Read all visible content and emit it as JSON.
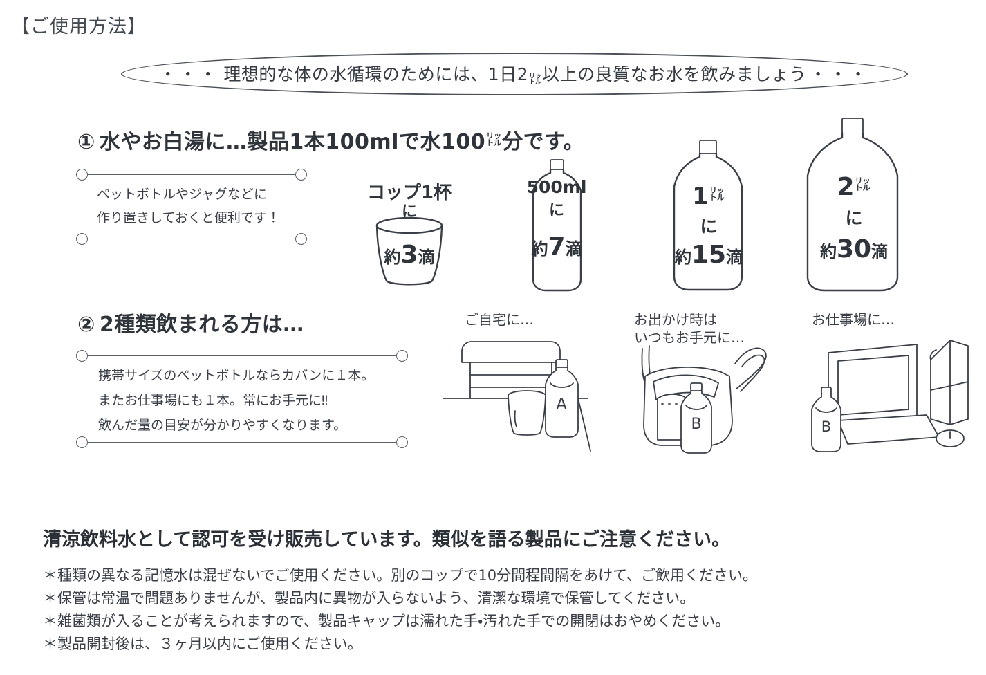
{
  "page": {
    "title": "【ご使用方法】",
    "banner": {
      "dots_left": "・・・",
      "text": "理想的な体の水循環のためには、1日2",
      "unit_top": "リッ",
      "unit_bottom": "トル",
      "text_after": "以上の良質なお水を飲みましょう",
      "dots_right": "・・・"
    }
  },
  "section1": {
    "number": "①",
    "heading_part1": "水やお白湯に…製品1本100mlで水100",
    "unit_top": "リッ",
    "unit_bottom": "トル",
    "heading_part2": "分です。",
    "note": {
      "line1": "ペットボトルやジャグなどに",
      "line2": "作り置きしておくと便利です！"
    },
    "doses": [
      {
        "id": "cup",
        "container": "コップ1杯",
        "particle": "に",
        "amount_prefix": "約",
        "amount_number": "3",
        "amount_suffix": "滴",
        "unit_top": "",
        "unit_bottom": ""
      },
      {
        "id": "bottle-500ml",
        "container": "500ml",
        "particle": "に",
        "amount_prefix": "約",
        "amount_number": "7",
        "amount_suffix": "滴",
        "unit_top": "",
        "unit_bottom": ""
      },
      {
        "id": "bottle-1l",
        "container": "1",
        "particle": "に",
        "amount_prefix": "約",
        "amount_number": "15",
        "amount_suffix": "滴",
        "unit_top": "リッ",
        "unit_bottom": "トル"
      },
      {
        "id": "bottle-2l",
        "container": "2",
        "particle": "に",
        "amount_prefix": "約",
        "amount_number": "30",
        "amount_suffix": "滴",
        "unit_top": "リッ",
        "unit_bottom": "トル"
      }
    ]
  },
  "section2": {
    "number": "②",
    "heading": "2種類飲まれる方は…",
    "note": {
      "line1": "携帯サイズのペットボトルならカバンに１本。",
      "line2": "またお仕事場にも１本。常にお手元に‼",
      "line3": "飲んだ量の目安が分かりやすくなります。"
    },
    "scenes": [
      {
        "id": "home",
        "caption_line1": "ご自宅に…",
        "caption_line2": "",
        "bottle_label": "A"
      },
      {
        "id": "bag",
        "caption_line1": "お出かけ時は",
        "caption_line2": "いつもお手元に…",
        "bottle_label": "B"
      },
      {
        "id": "workplace",
        "caption_line1": "お仕事場に…",
        "caption_line2": "",
        "bottle_label": "B"
      }
    ]
  },
  "notice": {
    "heading": "清涼飲料水として認可を受け販売しています。類似を語る製品にご注意ください。",
    "lines": [
      "＊種類の異なる記憶水は混ぜないでご使用ください。別のコップで10分間程間隔をあけて、ご飲用ください。",
      "＊保管は常温で問題ありませんが、製品内に異物が入らないよう、清潔な環境で保管してください。",
      "＊雑菌類が入ることが考えられますので、製品キャップは濡れた手・汚れた手での開閉はおやめください。",
      "＊製品開封後は、３ヶ月以内にご使用ください。"
    ]
  },
  "colors": {
    "ink": "#3a3f47",
    "background": "#ffffff",
    "line": "#5a6069"
  }
}
